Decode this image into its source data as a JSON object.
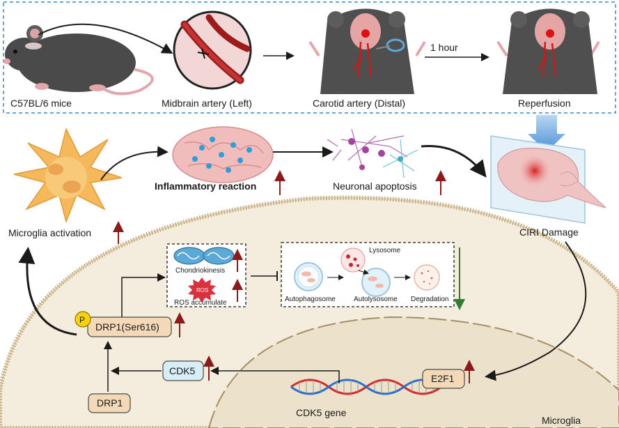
{
  "top_panel": {
    "mouse_label": "C57BL/6 mice",
    "midbrain_label": "Midbrain artery (Left)",
    "carotid_label": "Carotid artery (Distal)",
    "time_label": "1 hour",
    "reperfusion_label": "Reperfusion"
  },
  "middle": {
    "microglia_activation": "Microglia activation",
    "inflammatory_reaction": "Inflammatory reaction",
    "neuronal_apoptosis": "Neuronal apoptosis",
    "ciri_damage": "CIRI Damage"
  },
  "mito_box": {
    "chondriokinesis": "Chondriokinesis",
    "ros_badge": "ROS",
    "ros_accumulate": "ROS accumulate"
  },
  "autophagy_box": {
    "lysosome": "Lysosome",
    "autophagosome": "Autophagosome",
    "autolysosome": "Autolysosome",
    "degradation": "Degradation"
  },
  "pathway": {
    "phospho_badge": "P",
    "drp1_ser616": "DRP1(Ser616)",
    "drp1": "DRP1",
    "cdk5": "CDK5",
    "cdk5_gene": "CDK5 gene",
    "e2f1": "E2F1",
    "microglia": "Microglia"
  },
  "colors": {
    "up_arrow": "#8b1a1a",
    "down_arrow": "#2e7d32",
    "dashed_border": "#3a86c8",
    "cell_fill": "#f4ecdc",
    "nucleus_fill": "#ece2cc",
    "pill_tan": "#f3d9b8",
    "pill_blue": "#d8eef5",
    "phospho_yellow": "#f5d20a"
  }
}
